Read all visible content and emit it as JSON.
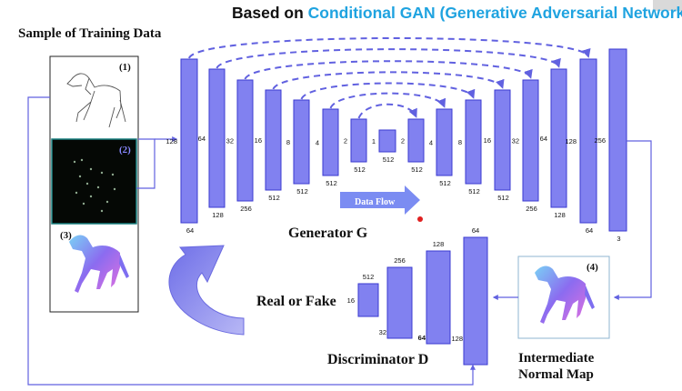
{
  "header": {
    "prefix": "Based on ",
    "highlight": "Conditional GAN (Generative Adversarial Network)"
  },
  "training": {
    "title": "Sample of Training Data",
    "items": [
      {
        "tag": "(1)",
        "kind": "line-drawing"
      },
      {
        "tag": "(2)",
        "kind": "keypoints"
      },
      {
        "tag": "(3)",
        "kind": "normal-map"
      }
    ]
  },
  "generator": {
    "title": "Generator G",
    "flow_label": "Data Flow",
    "encoder": [
      {
        "inner": "128",
        "outer": "64"
      },
      {
        "inner": "64",
        "outer": "128"
      },
      {
        "inner": "32",
        "outer": "256"
      },
      {
        "inner": "16",
        "outer": "512"
      },
      {
        "inner": "8",
        "outer": "512"
      },
      {
        "inner": "4",
        "outer": "512"
      },
      {
        "inner": "2",
        "outer": "512"
      }
    ],
    "bottleneck": {
      "inner": "1",
      "outer": "512"
    },
    "decoder": [
      {
        "inner": "2",
        "outer": "512"
      },
      {
        "inner": "4",
        "outer": "512"
      },
      {
        "inner": "8",
        "outer": "512"
      },
      {
        "inner": "16",
        "outer": "512"
      },
      {
        "inner": "32",
        "outer": "256"
      },
      {
        "inner": "64",
        "outer": "128"
      },
      {
        "inner": "128",
        "outer": "64"
      },
      {
        "inner": "256",
        "outer": "3"
      }
    ]
  },
  "discriminator": {
    "title": "Discriminator D",
    "blocks": [
      {
        "side": "16",
        "top": "512"
      },
      {
        "side": "32",
        "top": "256"
      },
      {
        "side": "64",
        "top": "128"
      },
      {
        "side": "128",
        "top": "64"
      }
    ]
  },
  "output": {
    "tag": "(4)",
    "label_line1": "Intermediate",
    "label_line2": "Normal Map"
  },
  "real_fake": "Real or Fake",
  "colors": {
    "block_fill": "#8181f0",
    "block_stroke": "#3a3ad0",
    "arrow": "#6161e0",
    "title_accent": "#1fa3e0",
    "dot": "#e02020"
  }
}
